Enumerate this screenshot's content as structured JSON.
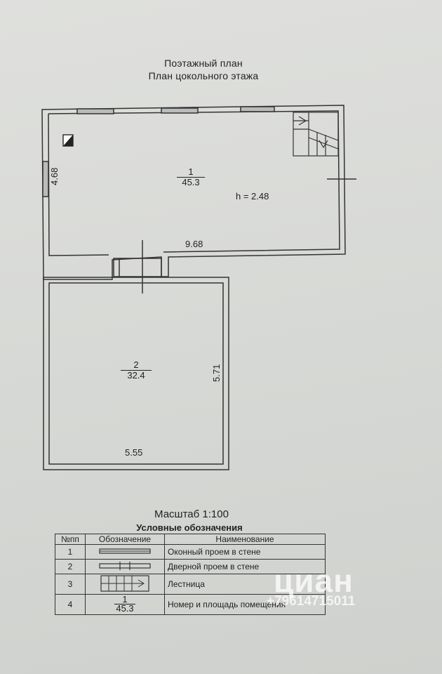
{
  "header": {
    "line1": "Поэтажный план",
    "line2": "План цокольного этажа"
  },
  "room1": {
    "number": "1",
    "area": "45.3",
    "width": "9.68",
    "depth": "4.68",
    "height": "h = 2.48"
  },
  "room2": {
    "number": "2",
    "area": "32.4",
    "width": "5.55",
    "depth": "5.71"
  },
  "scale": "Масштаб 1:100",
  "legend": {
    "title": "Условные обозначения",
    "headers": [
      "№пп",
      "Обозначение",
      "Наименование"
    ],
    "rows": [
      {
        "n": "1",
        "name": "Оконный проем в стене"
      },
      {
        "n": "2",
        "name": "Дверной проем в стене"
      },
      {
        "n": "3",
        "name": "Лестница"
      },
      {
        "n": "4",
        "sym_num": "1",
        "sym_area": "45.3",
        "name": "Номер и площадь помещения"
      }
    ]
  },
  "watermark": {
    "brand": "циан",
    "phone": "+79614715011"
  }
}
